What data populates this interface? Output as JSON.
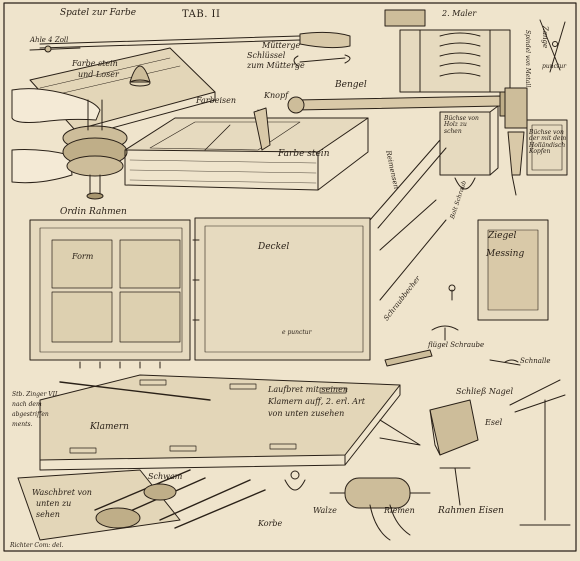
{
  "plate": {
    "number": "TAB. II",
    "artist_credit": "Richter Com: del.",
    "paper_color": "#efe4cc",
    "ink_color": "#2a2118"
  },
  "labels": {
    "spatel": "Spatel zur Farbe",
    "ahle": "Ahle 4 Zoll",
    "mutterge": "Mütterge",
    "schlussel": "Schlüssel",
    "zum_mutterge": "zum Mütterge",
    "maler": "2. Maler",
    "zange": "Zange",
    "punctur_zange": "punctur",
    "farbe_stein_reiber": "Farbe stein",
    "und_loser": "und Loser",
    "knopf": "Knopf",
    "bengel": "Bengel",
    "spindel_metall": "Spindel von Metall",
    "farbe_eisen": "Farbeisen",
    "farbe_stein": "Farbe stein",
    "buchse_holz": "Büchse von Holz zu schen",
    "buchse_hollandisch": "Büchse von der mit dem Holländisch Kopfen",
    "ordin_rahmen": "Ordin Rahmen",
    "deckel": "Deckel",
    "form": "Form",
    "punctur": "e punctur",
    "seitenstecher": "Reimensen",
    "ziegel": "Ziegel",
    "messing": "Messing",
    "bolt_schraub": "Bolt Schraub",
    "schraub_becher": "Schraubbecher",
    "flugel_schraube": "flügel Schraube",
    "schnalle": "Schnalle",
    "laufbret": "Laufbret mit seinen",
    "laufbret_2": "Klamern auff, 2. erl. Art",
    "laufbret_3": "von unten zusehen",
    "klamern": "Klamern",
    "handwritten_1": "Stb. Zinger VII.",
    "handwritten_2": "nach dem",
    "handwritten_3": "abgestriffen",
    "handwritten_4": "ments.",
    "schliess_nagel": "Schließ Nagel",
    "esel": "Esel",
    "waschbret": "Waschbret von",
    "waschbret_2": "unten zu",
    "waschbret_3": "sehen",
    "schwam": "Schwam",
    "korbe": "Korbe",
    "walze": "Walze",
    "riemen": "Riemen",
    "rahmen_eisen": "Rahmen Eisen"
  }
}
